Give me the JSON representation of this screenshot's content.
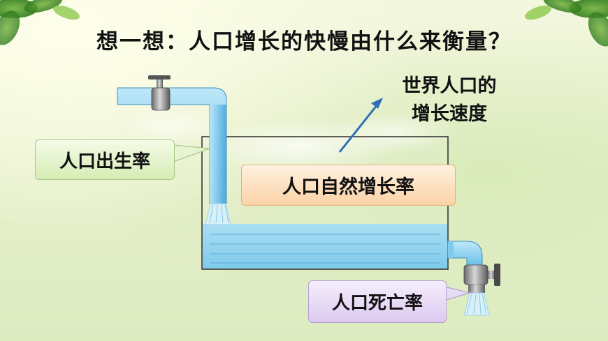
{
  "title": "想一想：人口增长的快慢由什么来衡量？",
  "labels": {
    "birth_rate": "人口出生率",
    "natural_growth_rate": "人口自然增长率",
    "death_rate": "人口死亡率",
    "world_growth_line1": "世界人口的",
    "world_growth_line2": "增长速度"
  },
  "colors": {
    "water": "#8fd3ee",
    "pipe": "#5bb8e4",
    "arrow": "#2f6fb7"
  },
  "icons": [
    "faucet-icon",
    "valve-icon",
    "leaf-decoration"
  ]
}
